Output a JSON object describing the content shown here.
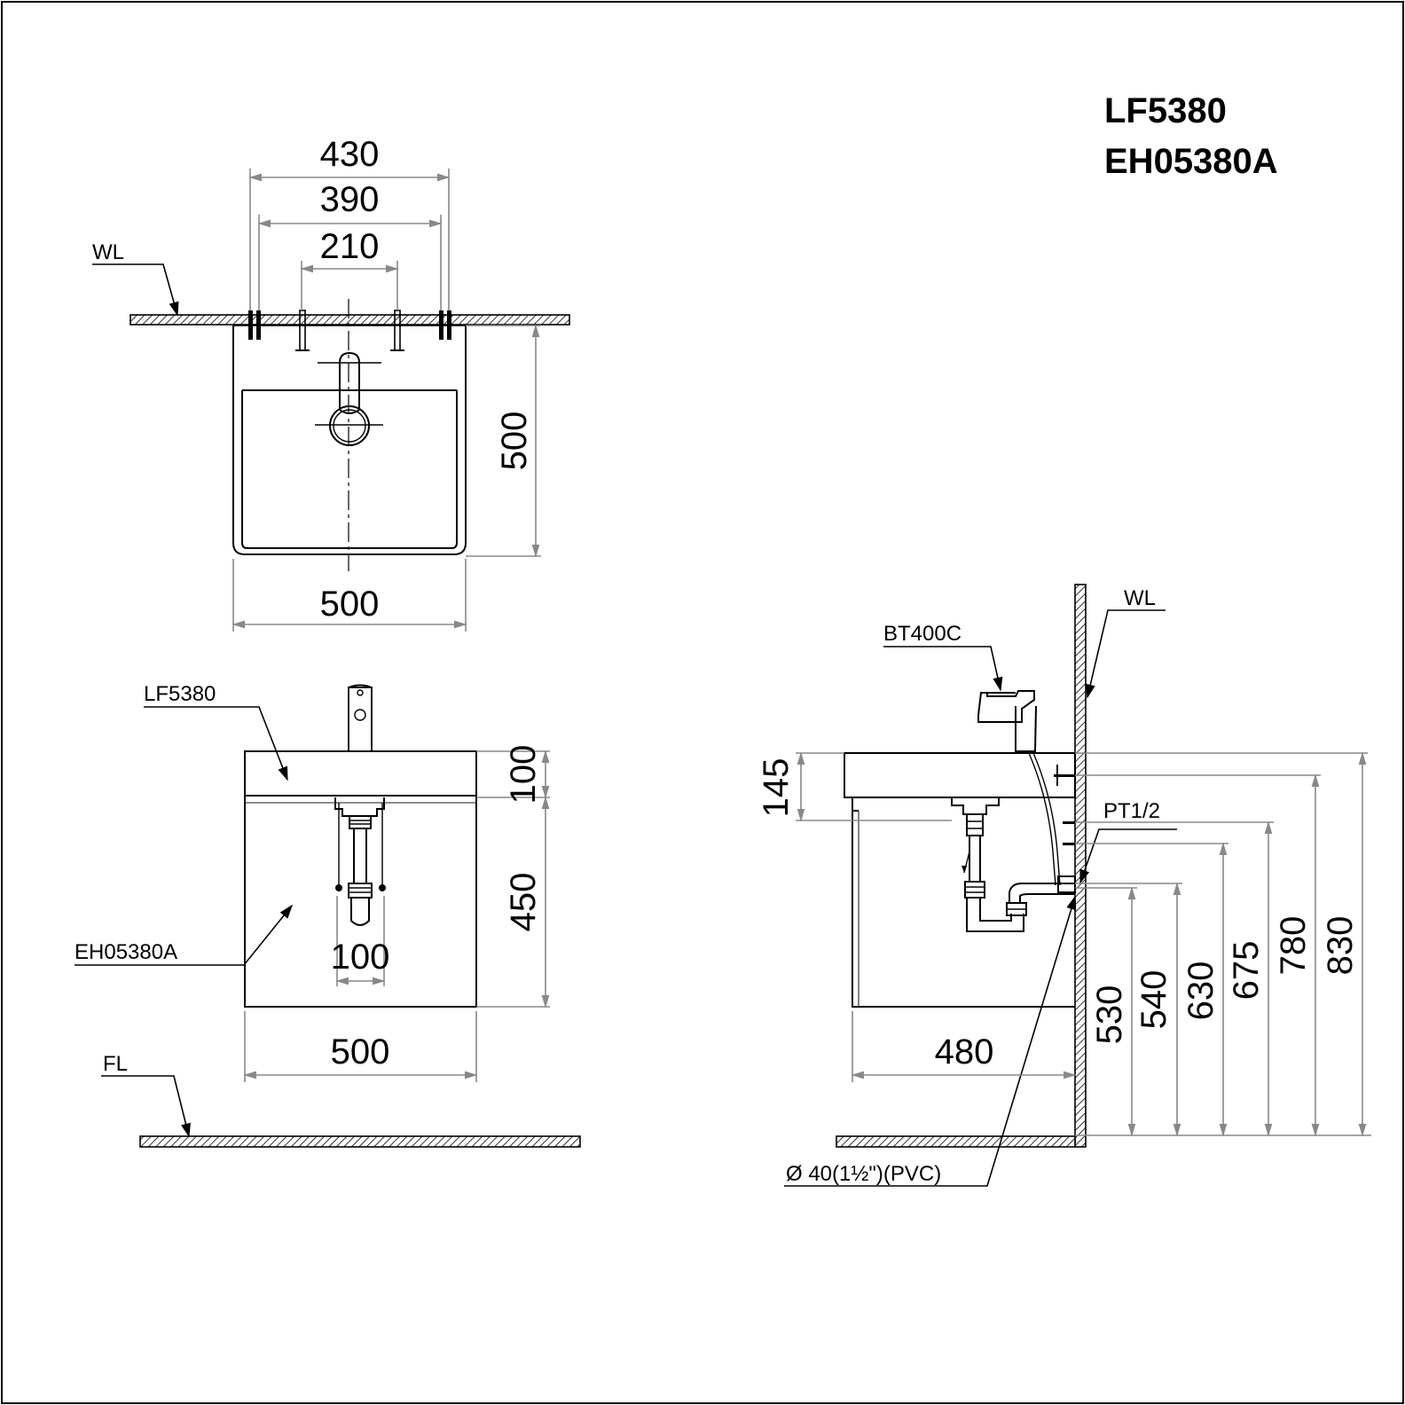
{
  "titles": {
    "line1": "LF5380",
    "line2": "EH05380A"
  },
  "top_view": {
    "wall_label": "WL",
    "dim_430": "430",
    "dim_390": "390",
    "dim_210": "210",
    "dim_depth": "500",
    "dim_width": "500"
  },
  "front_view": {
    "basin_label": "LF5380",
    "cabinet_label": "EH05380A",
    "floor_label": "FL",
    "dim_basin_height": "100",
    "dim_cabinet_height": "450",
    "dim_drain": "100",
    "dim_width": "500"
  },
  "side_view": {
    "faucet_label": "BT400C",
    "wall_label": "WL",
    "supply_label": "PT1/2",
    "drain_label": "Ø  40(1½\")(PVC)",
    "dim_145": "145",
    "dim_480": "480",
    "dim_530": "530",
    "dim_540": "540",
    "dim_630": "630",
    "dim_675": "675",
    "dim_780": "780",
    "dim_830": "830"
  },
  "colors": {
    "line": "#000000",
    "dimension": "#888888",
    "hatch": "#000000"
  }
}
